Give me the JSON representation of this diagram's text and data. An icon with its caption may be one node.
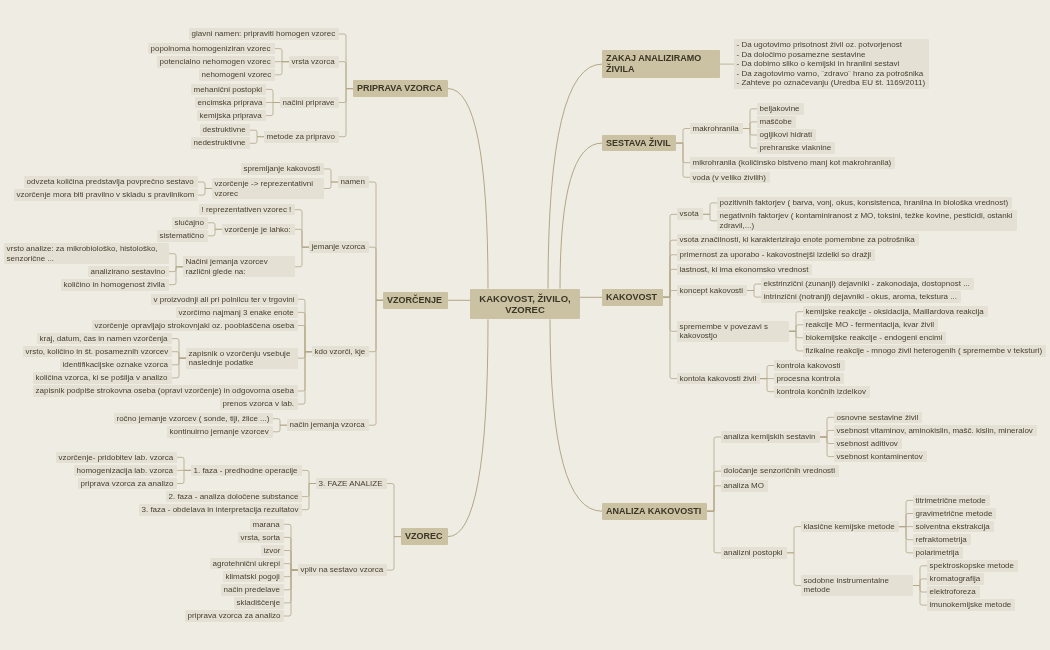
{
  "diagram": {
    "nodes": [
      {
        "text": [
          "KAKOVOST, ŽIVILO, VZOREC"
        ]
      },
      {
        "text": [
          "PRIPRAVA VZORCA"
        ]
      },
      {
        "text": [
          "glavni namen: pripraviti homogen vzorec"
        ]
      },
      {
        "text": [
          "vrsta vzorca"
        ]
      },
      {
        "text": [
          "popolnoma homogeniziran vzorec"
        ]
      },
      {
        "text": [
          "potencialno nehomogen vzorec"
        ]
      },
      {
        "text": [
          "nehomogeni vzorec"
        ]
      },
      {
        "text": [
          "načini priprave"
        ]
      },
      {
        "text": [
          "mehanični postopki"
        ]
      },
      {
        "text": [
          "encimska priprava"
        ]
      },
      {
        "text": [
          "kemijska priprava"
        ]
      },
      {
        "text": [
          "metode za pripravo"
        ]
      },
      {
        "text": [
          "destruktivne"
        ]
      },
      {
        "text": [
          "nedestruktivne"
        ]
      },
      {
        "text": [
          "VZORČENJE"
        ]
      },
      {
        "text": [
          "namen"
        ]
      },
      {
        "text": [
          "spremljanje kakovosti"
        ]
      },
      {
        "text": [
          "vzorčenje -> reprezentativni vzorec"
        ]
      },
      {
        "text": [
          "odvzeta količina predstavlja povprečno sestavo"
        ]
      },
      {
        "text": [
          "vzorčenje mora biti pravilno v skladu s pravilnikom"
        ]
      },
      {
        "text": [
          "jemanje vzorca"
        ]
      },
      {
        "text": [
          "! reprezentativen vzorec !"
        ]
      },
      {
        "text": [
          "vzorčenje je lahko:"
        ]
      },
      {
        "text": [
          "slučajno"
        ]
      },
      {
        "text": [
          "sistematično"
        ]
      },
      {
        "text": [
          "Načini jemanja vzorcev različni glede na:"
        ]
      },
      {
        "text": [
          "vrsto analize: za mikrobiološko, histološko, senzorične ..."
        ]
      },
      {
        "text": [
          "analizirano sestavino"
        ]
      },
      {
        "text": [
          "količino in homogenost živila"
        ]
      },
      {
        "text": [
          "kdo vzorči, kje"
        ]
      },
      {
        "text": [
          "v proizvodnji ali pri polnilcu ter v trgovini"
        ]
      },
      {
        "text": [
          "vzorčimo najmanj 3 enake enote"
        ]
      },
      {
        "text": [
          "vzorčenje opravljajo strokovnjaki oz. pooblaščena oseba"
        ]
      },
      {
        "text": [
          "zapisnik o vzorčenju vsebuje naslednje podatke"
        ]
      },
      {
        "text": [
          "kraj, datum, čas in namen vzorčenja"
        ]
      },
      {
        "text": [
          "vrsto, količino in št. posameznih vzorcev"
        ]
      },
      {
        "text": [
          "identifikacijske oznake vzorca"
        ]
      },
      {
        "text": [
          "količina vzorca, ki se pošilja v analizo"
        ]
      },
      {
        "text": [
          "zapisnik podpiše strokovna oseba (opravi vzorčenje) in odgovorna oseba"
        ]
      },
      {
        "text": [
          "prenos vzorca v lab."
        ]
      },
      {
        "text": [
          "način jemanja vzorca"
        ]
      },
      {
        "text": [
          "ročno jemanje vzorcev ( sonde, tiji, žlice ...)"
        ]
      },
      {
        "text": [
          "kontinuirno jemanje vzorcev"
        ]
      },
      {
        "text": [
          "VZOREC"
        ]
      },
      {
        "text": [
          "3. FAZE ANALIZE"
        ]
      },
      {
        "text": [
          "1. faza - predhodne operacije"
        ]
      },
      {
        "text": [
          "vzorčenje- pridobitev lab. vzorca"
        ]
      },
      {
        "text": [
          "homogenizacija lab. vzorca"
        ]
      },
      {
        "text": [
          "priprava vzorca za analizo"
        ]
      },
      {
        "text": [
          "2. faza - analiza določene substance"
        ]
      },
      {
        "text": [
          "3. faza - obdelava in interpretacija rezultatov"
        ]
      },
      {
        "text": [
          "vpliv na sestavo vzorca"
        ]
      },
      {
        "text": [
          "marana"
        ]
      },
      {
        "text": [
          "vrsta, sorta"
        ]
      },
      {
        "text": [
          "izvor"
        ]
      },
      {
        "text": [
          "agrotehnični ukrepi"
        ]
      },
      {
        "text": [
          "klimatski pogoji"
        ]
      },
      {
        "text": [
          "način predelave"
        ]
      },
      {
        "text": [
          "skladiščenje"
        ]
      },
      {
        "text": [
          "priprava vzorca za analizo"
        ]
      },
      {
        "text": [
          "ZAKAJ ANALIZIRAMO ŽIVILA"
        ]
      },
      {
        "text": [
          "- Da ugotovimo prisotnost živil oz. potvorjenost",
          "- Da določimo posamezne sestavine",
          "- Da dobimo sliko o kemijski in hranilni sestavi",
          "- Da zagotovimo varno, ¨zdravo¨ hrano za potrošnika",
          "- Zahteve po označevanju (Uredba EU št. 1169/2011)"
        ]
      },
      {
        "text": [
          "SESTAVA ŽIVIL"
        ]
      },
      {
        "text": [
          "makrohranila"
        ]
      },
      {
        "text": [
          "beljakovine"
        ]
      },
      {
        "text": [
          "maščobe"
        ]
      },
      {
        "text": [
          "ogljikovi hidrati"
        ]
      },
      {
        "text": [
          "prehranske vlaknine"
        ]
      },
      {
        "text": [
          "mikrohranila (količinsko bistveno manj kot makrohranila)"
        ]
      },
      {
        "text": [
          "voda (v veliko živilih)"
        ]
      },
      {
        "text": [
          "KAKOVOST"
        ]
      },
      {
        "text": [
          "vsota"
        ]
      },
      {
        "text": [
          "pozitivnih faktorjev ( barva, vonj, okus, konsistenca, hranilna in biološka vrednost)"
        ]
      },
      {
        "text": [
          "negativnih faktorjev ( kontaminiranost z MO, toksini, težke kovine, pesticidi, ostanki zdravil,...)"
        ]
      },
      {
        "text": [
          "vsota značilnosti, ki karakterizirajo enote pomembne za potrošnika"
        ]
      },
      {
        "text": [
          "primernost za uporabo - kakovostnejši izdelki so dražji"
        ]
      },
      {
        "text": [
          "lastnost, ki ima ekonomsko vrednost"
        ]
      },
      {
        "text": [
          "koncept kakovosti"
        ]
      },
      {
        "text": [
          "ekstrinzični (zunanji) dejavniki - zakonodaja, dostopnost ..."
        ]
      },
      {
        "text": [
          "intrinzični (notranji) dejavniki - okus, aroma, tekstura ..."
        ]
      },
      {
        "text": [
          "spremembe v povezavi s kakovostjo"
        ]
      },
      {
        "text": [
          "kemijske reakcije - oksidacija, Maillardova reakcija"
        ]
      },
      {
        "text": [
          "reakcije MO - fermentacija, kvar živil"
        ]
      },
      {
        "text": [
          "biokemijske reakcije - endogeni encimi"
        ]
      },
      {
        "text": [
          "fizikalne reakcije - mnogo živil heterogenih ( spremembe v teksturi)"
        ]
      },
      {
        "text": [
          "kontola kakovosti živil"
        ]
      },
      {
        "text": [
          "kontrola kakovosti"
        ]
      },
      {
        "text": [
          "procesna kontrola"
        ]
      },
      {
        "text": [
          "kontrola končnih izdelkov"
        ]
      },
      {
        "text": [
          "ANALIZA KAKOVOSTI"
        ]
      },
      {
        "text": [
          "analiza kemijskih sestavin"
        ]
      },
      {
        "text": [
          "osnovne sestavine živil"
        ]
      },
      {
        "text": [
          "vsebnost vitaminov, aminokislin, mašč. kislin, mineralov"
        ]
      },
      {
        "text": [
          "vsebnost aditivov"
        ]
      },
      {
        "text": [
          "vsebnost kontaminentov"
        ]
      },
      {
        "text": [
          "določanje senzoričnih vrednosti"
        ]
      },
      {
        "text": [
          "analiza MO"
        ]
      },
      {
        "text": [
          "analizni postopki"
        ]
      },
      {
        "text": [
          "klasične kemijske metode"
        ]
      },
      {
        "text": [
          "titrimetrične metode"
        ]
      },
      {
        "text": [
          "gravimetrične metode"
        ]
      },
      {
        "text": [
          "solventna ekstrakcija"
        ]
      },
      {
        "text": [
          "refraktometrija"
        ]
      },
      {
        "text": [
          "polarimetrija"
        ]
      },
      {
        "text": [
          "sodobne instrumentalne metode"
        ]
      },
      {
        "text": [
          "spektroskopske metode"
        ]
      },
      {
        "text": [
          "kromatografija"
        ]
      },
      {
        "text": [
          "elektroforeza"
        ]
      },
      {
        "text": [
          "imunokemijske metode"
        ]
      }
    ],
    "edges": [
      {
        "from": 0,
        "to": 1,
        "arrow": "none"
      },
      {
        "from": 1,
        "to": 2,
        "arrow": "none"
      },
      {
        "from": 1,
        "to": 3,
        "arrow": "none"
      },
      {
        "from": 3,
        "to": 4,
        "arrow": "none"
      },
      {
        "from": 3,
        "to": 5,
        "arrow": "none"
      },
      {
        "from": 3,
        "to": 6,
        "arrow": "none"
      },
      {
        "from": 1,
        "to": 7,
        "arrow": "none"
      },
      {
        "from": 7,
        "to": 8,
        "arrow": "none"
      },
      {
        "from": 7,
        "to": 9,
        "arrow": "none"
      },
      {
        "from": 7,
        "to": 10,
        "arrow": "none"
      },
      {
        "from": 1,
        "to": 11,
        "arrow": "none"
      },
      {
        "from": 11,
        "to": 12,
        "arrow": "none"
      },
      {
        "from": 11,
        "to": 13,
        "arrow": "none"
      },
      {
        "from": 0,
        "to": 14,
        "arrow": "none"
      },
      {
        "from": 14,
        "to": 15,
        "arrow": "none"
      },
      {
        "from": 15,
        "to": 16,
        "arrow": "none"
      },
      {
        "from": 15,
        "to": 17,
        "arrow": "none"
      },
      {
        "from": 17,
        "to": 18,
        "arrow": "none"
      },
      {
        "from": 17,
        "to": 19,
        "arrow": "none"
      },
      {
        "from": 14,
        "to": 20,
        "arrow": "none"
      },
      {
        "from": 20,
        "to": 21,
        "arrow": "none"
      },
      {
        "from": 20,
        "to": 22,
        "arrow": "none"
      },
      {
        "from": 22,
        "to": 23,
        "arrow": "none"
      },
      {
        "from": 22,
        "to": 24,
        "arrow": "none"
      },
      {
        "from": 20,
        "to": 25,
        "arrow": "none"
      },
      {
        "from": 25,
        "to": 26,
        "arrow": "none"
      },
      {
        "from": 25,
        "to": 27,
        "arrow": "none"
      },
      {
        "from": 25,
        "to": 28,
        "arrow": "none"
      },
      {
        "from": 14,
        "to": 29,
        "arrow": "none"
      },
      {
        "from": 29,
        "to": 30,
        "arrow": "none"
      },
      {
        "from": 29,
        "to": 31,
        "arrow": "none"
      },
      {
        "from": 29,
        "to": 32,
        "arrow": "none"
      },
      {
        "from": 29,
        "to": 33,
        "arrow": "none"
      },
      {
        "from": 33,
        "to": 34,
        "arrow": "none"
      },
      {
        "from": 33,
        "to": 35,
        "arrow": "none"
      },
      {
        "from": 33,
        "to": 36,
        "arrow": "none"
      },
      {
        "from": 33,
        "to": 37,
        "arrow": "none"
      },
      {
        "from": 29,
        "to": 38,
        "arrow": "none"
      },
      {
        "from": 29,
        "to": 39,
        "arrow": "none"
      },
      {
        "from": 14,
        "to": 40,
        "arrow": "none"
      },
      {
        "from": 40,
        "to": 41,
        "arrow": "none"
      },
      {
        "from": 40,
        "to": 42,
        "arrow": "none"
      },
      {
        "from": 0,
        "to": 43,
        "arrow": "none"
      },
      {
        "from": 43,
        "to": 44,
        "arrow": "none"
      },
      {
        "from": 44,
        "to": 45,
        "arrow": "none"
      },
      {
        "from": 45,
        "to": 46,
        "arrow": "none"
      },
      {
        "from": 45,
        "to": 47,
        "arrow": "none"
      },
      {
        "from": 45,
        "to": 48,
        "arrow": "none"
      },
      {
        "from": 44,
        "to": 49,
        "arrow": "none"
      },
      {
        "from": 44,
        "to": 50,
        "arrow": "none"
      },
      {
        "from": 43,
        "to": 51,
        "arrow": "none"
      },
      {
        "from": 51,
        "to": 52,
        "arrow": "none"
      },
      {
        "from": 51,
        "to": 53,
        "arrow": "none"
      },
      {
        "from": 51,
        "to": 54,
        "arrow": "none"
      },
      {
        "from": 51,
        "to": 55,
        "arrow": "none"
      },
      {
        "from": 51,
        "to": 56,
        "arrow": "none"
      },
      {
        "from": 51,
        "to": 57,
        "arrow": "none"
      },
      {
        "from": 51,
        "to": 58,
        "arrow": "none"
      },
      {
        "from": 51,
        "to": 59,
        "arrow": "none"
      },
      {
        "from": 0,
        "to": 60,
        "arrow": "none"
      },
      {
        "from": 60,
        "to": 61,
        "arrow": "none"
      },
      {
        "from": 0,
        "to": 62,
        "arrow": "none"
      },
      {
        "from": 62,
        "to": 63,
        "arrow": "none"
      },
      {
        "from": 63,
        "to": 64,
        "arrow": "none"
      },
      {
        "from": 63,
        "to": 65,
        "arrow": "none"
      },
      {
        "from": 63,
        "to": 66,
        "arrow": "none"
      },
      {
        "from": 63,
        "to": 67,
        "arrow": "none"
      },
      {
        "from": 62,
        "to": 68,
        "arrow": "none"
      },
      {
        "from": 62,
        "to": 69,
        "arrow": "none"
      },
      {
        "from": 0,
        "to": 70,
        "arrow": "none"
      },
      {
        "from": 70,
        "to": 71,
        "arrow": "none"
      },
      {
        "from": 71,
        "to": 72,
        "arrow": "none"
      },
      {
        "from": 71,
        "to": 73,
        "arrow": "none"
      },
      {
        "from": 70,
        "to": 74,
        "arrow": "none"
      },
      {
        "from": 70,
        "to": 75,
        "arrow": "none"
      },
      {
        "from": 70,
        "to": 76,
        "arrow": "none"
      },
      {
        "from": 70,
        "to": 77,
        "arrow": "none"
      },
      {
        "from": 77,
        "to": 78,
        "arrow": "none"
      },
      {
        "from": 77,
        "to": 79,
        "arrow": "none"
      },
      {
        "from": 70,
        "to": 80,
        "arrow": "none"
      },
      {
        "from": 80,
        "to": 81,
        "arrow": "none"
      },
      {
        "from": 80,
        "to": 82,
        "arrow": "none"
      },
      {
        "from": 80,
        "to": 83,
        "arrow": "none"
      },
      {
        "from": 80,
        "to": 84,
        "arrow": "none"
      },
      {
        "from": 70,
        "to": 85,
        "arrow": "none"
      },
      {
        "from": 85,
        "to": 86,
        "arrow": "none"
      },
      {
        "from": 85,
        "to": 87,
        "arrow": "none"
      },
      {
        "from": 85,
        "to": 88,
        "arrow": "none"
      },
      {
        "from": 0,
        "to": 89,
        "arrow": "none"
      },
      {
        "from": 89,
        "to": 90,
        "arrow": "none"
      },
      {
        "from": 90,
        "to": 91,
        "arrow": "none"
      },
      {
        "from": 90,
        "to": 92,
        "arrow": "none"
      },
      {
        "from": 90,
        "to": 93,
        "arrow": "none"
      },
      {
        "from": 90,
        "to": 94,
        "arrow": "none"
      },
      {
        "from": 89,
        "to": 95,
        "arrow": "none"
      },
      {
        "from": 89,
        "to": 96,
        "arrow": "none"
      },
      {
        "from": 89,
        "to": 97,
        "arrow": "none"
      },
      {
        "from": 97,
        "to": 98,
        "arrow": "none"
      },
      {
        "from": 98,
        "to": 99,
        "arrow": "none"
      },
      {
        "from": 98,
        "to": 100,
        "arrow": "none"
      },
      {
        "from": 98,
        "to": 101,
        "arrow": "none"
      },
      {
        "from": 98,
        "to": 102,
        "arrow": "none"
      },
      {
        "from": 98,
        "to": 103,
        "arrow": "none"
      },
      {
        "from": 97,
        "to": 104,
        "arrow": "none"
      },
      {
        "from": 104,
        "to": 105,
        "arrow": "none"
      },
      {
        "from": 104,
        "to": 106,
        "arrow": "none"
      },
      {
        "from": 104,
        "to": 107,
        "arrow": "none"
      },
      {
        "from": 104,
        "to": 108,
        "arrow": "none"
      }
    ]
  }
}
